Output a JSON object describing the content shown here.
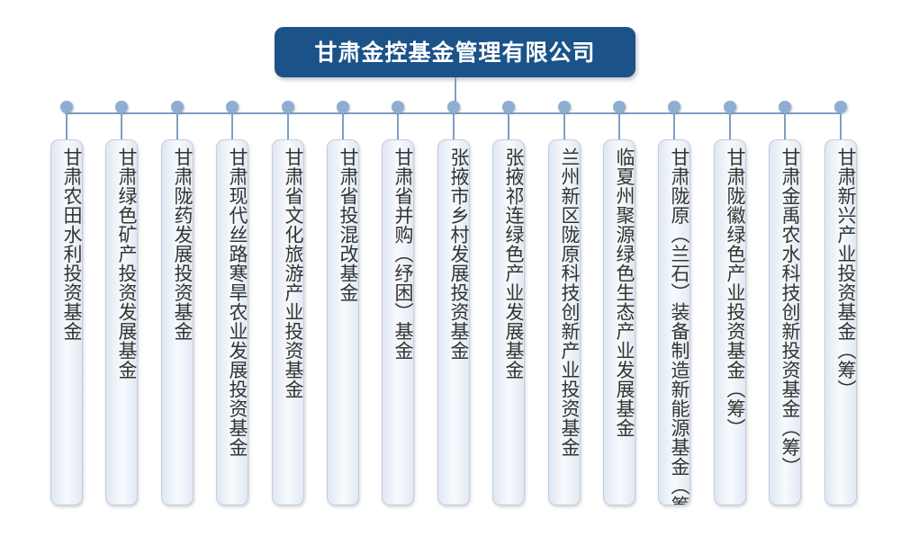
{
  "diagram": {
    "type": "organization-tree",
    "orientation": "top-down-bus",
    "root": {
      "label": "甘肃金控基金管理有限公司",
      "color": "#1b5288",
      "text_color": "#ffffff"
    },
    "connector": {
      "line_color": "#7d9fc6",
      "node_dot_color": "#8eaed1"
    },
    "leaf_style": {
      "border_color": "#c3cedd",
      "fill_start": "#dfe7f2",
      "fill_end": "#e2e9f3",
      "text_color": "#333333",
      "text_direction": "vertical"
    },
    "children": [
      {
        "label": "甘肃农田水利投资基金"
      },
      {
        "label": "甘肃绿色矿产投资发展基金"
      },
      {
        "label": "甘肃陇药发展投资基金"
      },
      {
        "label": "甘肃现代丝路寒旱农业发展投资基金"
      },
      {
        "label": "甘肃省文化旅游产业投资基金"
      },
      {
        "label": "甘肃省投混改基金"
      },
      {
        "label": "甘肃省并购（纾困）基金"
      },
      {
        "label": "张掖市乡村发展投资基金"
      },
      {
        "label": "张掖祁连绿色产业发展基金"
      },
      {
        "label": "兰州新区陇原科技创新产业投资基金"
      },
      {
        "label": "临夏州聚源绿色生态产业发展基金"
      },
      {
        "label": "甘肃陇原（兰石）装备制造新能源基金（筹）"
      },
      {
        "label": "甘肃陇徽绿色产业投资基金（筹）"
      },
      {
        "label": "甘肃金禹农水科技创新投资基金（筹）"
      },
      {
        "label": "甘肃新兴产业投资基金（筹）"
      }
    ]
  }
}
